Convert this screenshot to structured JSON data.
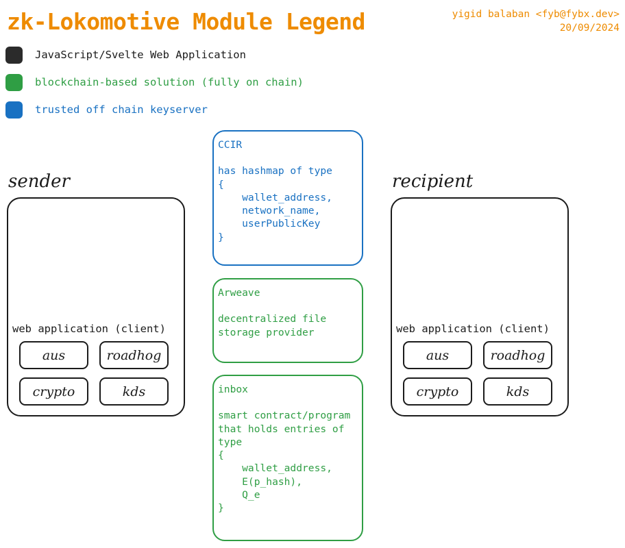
{
  "header": {
    "title": "zk-Lokomotive Module Legend",
    "author": "yigid balaban <fyb@fybx.dev>",
    "date": "20/09/2024",
    "accent_color": "#ee8b00"
  },
  "legend": {
    "items": [
      {
        "label": "JavaScript/Svelte Web Application",
        "color": "#2b2b2b",
        "text_color": "#1b1b1b"
      },
      {
        "label": "blockchain-based solution (fully on chain)",
        "color": "#2f9e44",
        "text_color": "#2f9e44"
      },
      {
        "label": "trusted off chain keyserver",
        "color": "#1971c2",
        "text_color": "#1971c2"
      }
    ]
  },
  "columns": {
    "sender": {
      "label": "sender",
      "caption": "web application (client)",
      "modules": [
        "aus",
        "roadhog",
        "crypto",
        "kds"
      ]
    },
    "recipient": {
      "label": "recipient",
      "caption": "web application (client)",
      "modules": [
        "aus",
        "roadhog",
        "crypto",
        "kds"
      ]
    }
  },
  "notes": [
    {
      "name": "ccir",
      "title": "CCIR",
      "body": "has hashmap of type\n{\n    wallet_address,\n    network_name,\n    userPublicKey\n}",
      "color": "#1971c2",
      "kind": "keyserver"
    },
    {
      "name": "arweave",
      "title": "Arweave",
      "body": "decentralized file\nstorage provider",
      "color": "#2f9e44",
      "kind": "blockchain"
    },
    {
      "name": "inbox",
      "title": "inbox",
      "body": "smart contract/program\nthat holds entries of\ntype\n{\n    wallet_address,\n    E(p_hash),\n    Q_e\n}",
      "color": "#2f9e44",
      "kind": "blockchain"
    }
  ]
}
